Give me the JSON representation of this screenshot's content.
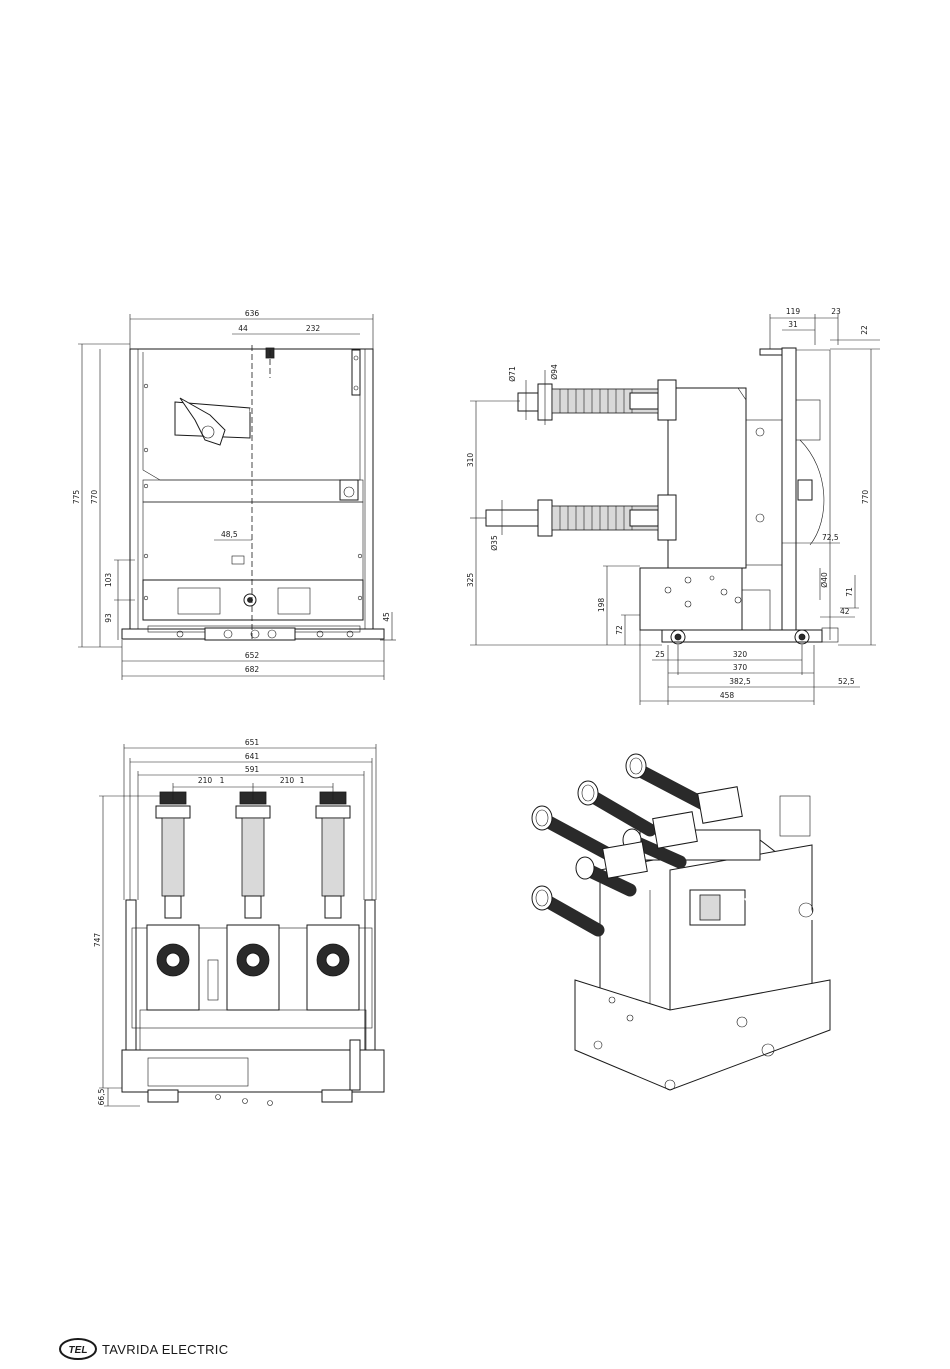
{
  "brand": {
    "name": "TAVRIDA ELECTRIC",
    "mark": "TEL"
  },
  "front_view": {
    "dims": {
      "width_636": "636",
      "d44": "44",
      "d232": "232",
      "h775": "775",
      "h770": "770",
      "h103": "103",
      "h93": "93",
      "d48_5": "48,5",
      "d45": "45",
      "w652": "652",
      "w682": "682"
    }
  },
  "side_view": {
    "dims": {
      "d119": "119",
      "d23": "23",
      "d31": "31",
      "d22": "22",
      "phi71": "Ø71",
      "phi94": "Ø94",
      "h310": "310",
      "h770": "770",
      "phi35": "Ø35",
      "d72_5": "72,5",
      "h325": "325",
      "h198": "198",
      "phi40": "Ø40",
      "d71": "71",
      "d42": "42",
      "h72": "72",
      "d25": "25",
      "d320": "320",
      "d370": "370",
      "d382_5": "382,5",
      "d52_5": "52,5",
      "d458": "458"
    }
  },
  "top_view": {
    "dims": {
      "w651": "651",
      "w641": "641",
      "w591": "591",
      "d210a": "210",
      "d1a": "1",
      "d210b": "210",
      "d1b": "1",
      "h747": "747",
      "h66_5": "66,5"
    }
  }
}
